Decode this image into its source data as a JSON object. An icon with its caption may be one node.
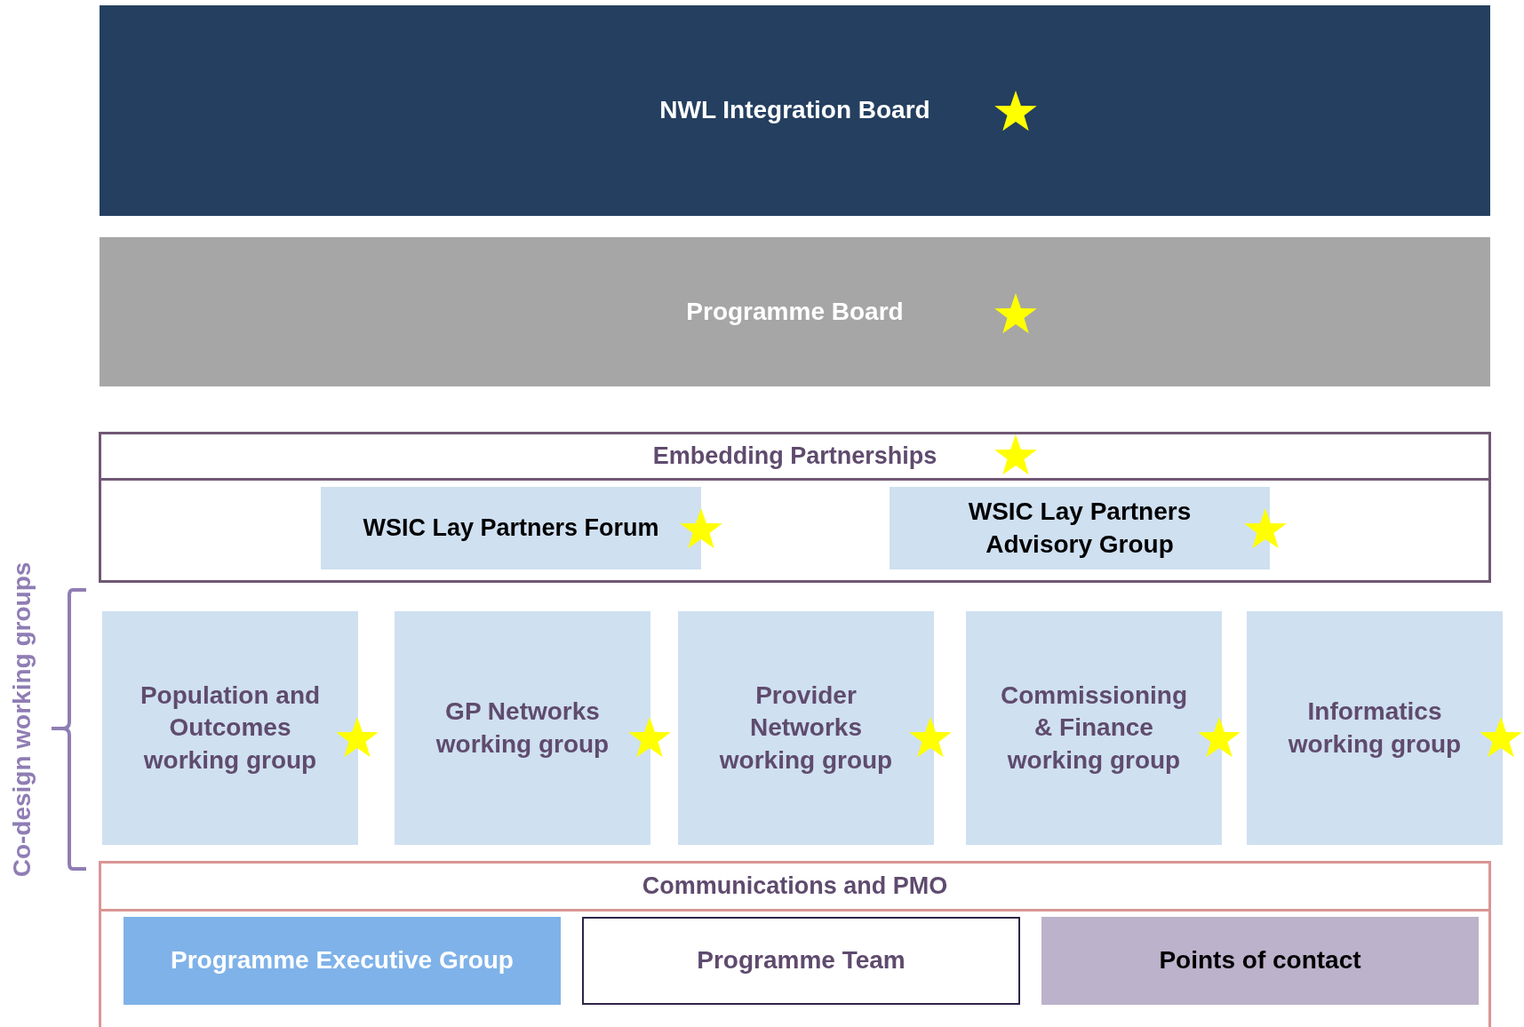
{
  "diagram": {
    "nodes": [
      {
        "text": [
          "NWL Integration Board"
        ]
      },
      {
        "text": [
          "Programme Board"
        ]
      },
      {
        "text": [
          "Embedding Partnerships"
        ]
      },
      {
        "text": [
          "WSIC Lay Partners Forum"
        ],
        "in": 2
      },
      {
        "text": [
          "WSIC Lay Partners Advisory Group"
        ],
        "in": 2
      },
      {
        "text": [
          "Population and Outcomes working group"
        ]
      },
      {
        "text": [
          "GP Networks working group"
        ]
      },
      {
        "text": [
          "Provider Networks working group"
        ]
      },
      {
        "text": [
          "Commissioning & Finance working group"
        ]
      },
      {
        "text": [
          "Informatics working group"
        ]
      },
      {
        "text": [
          "Communications and PMO"
        ]
      },
      {
        "text": [
          "Programme Executive Group"
        ],
        "in": 10
      },
      {
        "text": [
          "Programme Team"
        ],
        "in": 10
      },
      {
        "text": [
          "Points of contact"
        ],
        "in": 10
      }
    ],
    "edges": [],
    "labels": [
      "Co-design working groups"
    ]
  }
}
